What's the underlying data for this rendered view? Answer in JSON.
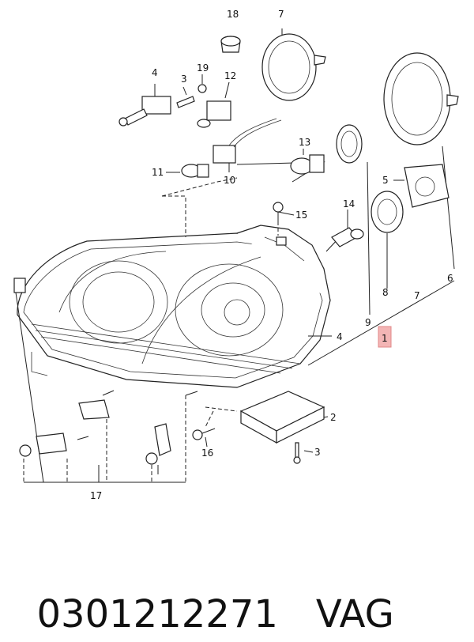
{
  "labels": {
    "n1": "1",
    "n2": "2",
    "n3a": "3",
    "n3b": "3",
    "n4a": "4",
    "n4b": "4",
    "n5": "5",
    "n6": "6",
    "n7a": "7",
    "n7b": "7",
    "n8": "8",
    "n9": "9",
    "n10": "10",
    "n11": "11",
    "n12": "12",
    "n13": "13",
    "n14": "14",
    "n15": "15",
    "n16": "16",
    "n17": "17",
    "n18": "18",
    "n19": "19"
  },
  "footer": {
    "part_number": "0301212271",
    "brand": "VAG"
  },
  "colors": {
    "highlight": "#f3b5b5",
    "line": "#222222"
  }
}
